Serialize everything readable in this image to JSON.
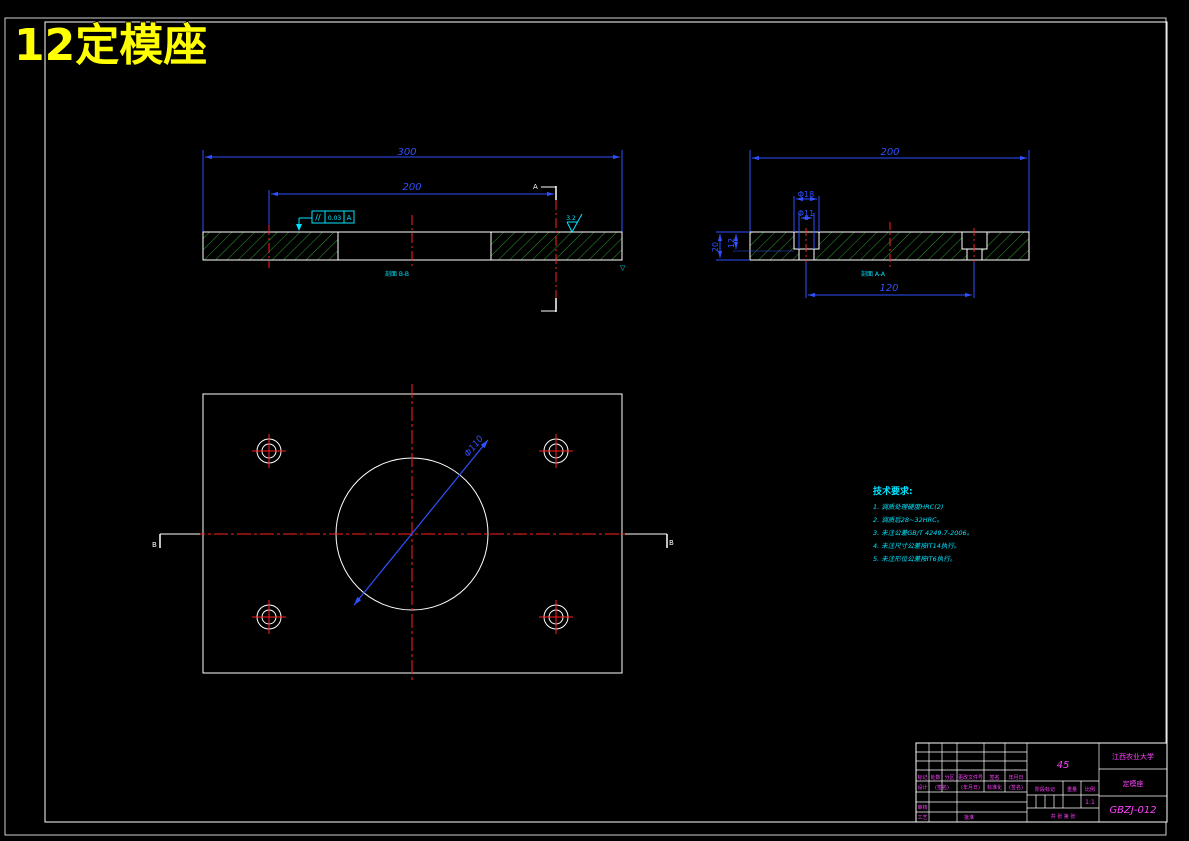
{
  "sheet_title": "12定模座",
  "views": {
    "front": {
      "dim_length": "300",
      "dim_inner": "200",
      "tolerance_symbol": "//",
      "tolerance_value": "0.03",
      "datum": "A",
      "roughness": "3.2",
      "section_label": "剖面 B-B",
      "cut_marker": "A"
    },
    "side": {
      "dim_width": "200",
      "dim_counterbore": "Φ18",
      "dim_hole": "Φ11",
      "dim_thickness": "20",
      "dim_depth": "12",
      "dim_spacing": "120",
      "section_label": "剖面 A-A"
    },
    "plan": {
      "dim_circle": "Φ110",
      "cut_marker": "B"
    }
  },
  "technical_requirements": {
    "heading": "技术要求:",
    "items": [
      "1. 调质处理硬度HRC(2)",
      "2. 调质后28~32HRC。",
      "3. 未注公差GB/T 4249.7-2006。",
      "4. 未注尺寸公差按IT14执行。",
      "5. 未注形位公差按IT6执行。"
    ]
  },
  "title_block": {
    "material": "45",
    "school": "江西农业大学",
    "part_name": "定模座",
    "drawing_no": "GBZJ-012",
    "scale": "1:1",
    "row_labels": [
      "标记",
      "处数",
      "分区",
      "更改文件号",
      "签名",
      "年月日"
    ],
    "row_labels_2": [
      "设计",
      "(签名)",
      "(年月日)",
      "标准化",
      "(签名)",
      "(年月日)"
    ],
    "labels_stage": [
      "阶段标记",
      "重量",
      "比例"
    ],
    "label_review": "审核",
    "label_process": "工艺",
    "label_approve": "批准",
    "sheet_info": "共 张 第 张"
  }
}
